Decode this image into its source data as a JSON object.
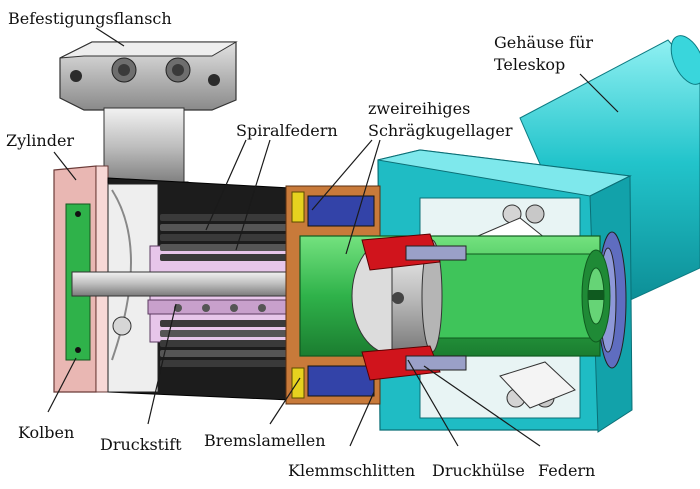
{
  "labels": {
    "befestigungsflansch": "Befestigungsflansch",
    "gehaeuse_line1": "Gehäuse für",
    "gehaeuse_line2": "Teleskop",
    "zylinder": "Zylinder",
    "spiralfedern": "Spiralfedern",
    "lager_line1": "zweireihiges",
    "lager_line2": "Schrägkugellager",
    "kolben": "Kolben",
    "druckstift": "Druckstift",
    "bremslamellen": "Bremslamellen",
    "klemmschlitten": "Klemmschlitten",
    "druckhuelse": "Druckhülse",
    "federn": "Federn"
  },
  "colors": {
    "housing_cyan": "#27c9cf",
    "piston_green": "#2fb24a",
    "cylinder_pink": "#e9b7b3",
    "block_black": "#1c1c1c",
    "metal_grey": "#a8a8a8",
    "clamp_red": "#d0141c",
    "spring_violet": "#e9a3ee",
    "bearing_blue": "#3343a8",
    "ring_orange": "#c87a3a",
    "ring_yellow": "#e6d21f"
  }
}
